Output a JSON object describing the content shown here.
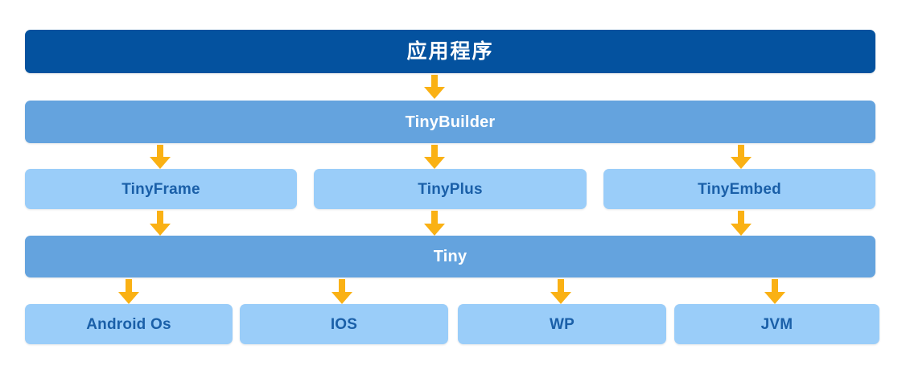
{
  "diagram": {
    "title": "TinyFramework architecture stack",
    "background_color": "#FFFFFF",
    "colors": {
      "application_tier": "#04529F",
      "framework_tier": "#64A3DE",
      "module_tier": "#9ACDF9",
      "arrow": "#FAB114",
      "light_box_text": "#1A5FA8",
      "dark_box_text": "#FFFFFF"
    },
    "tiers": [
      {
        "name": "application",
        "nodes": [
          {
            "label": "应用程序"
          }
        ]
      },
      {
        "name": "builder",
        "nodes": [
          {
            "label": "TinyBuilder"
          }
        ]
      },
      {
        "name": "modules",
        "nodes": [
          {
            "label": "TinyFrame"
          },
          {
            "label": "TinyPlus"
          },
          {
            "label": "TinyEmbed"
          }
        ]
      },
      {
        "name": "core",
        "nodes": [
          {
            "label": "Tiny"
          }
        ]
      },
      {
        "name": "platforms",
        "nodes": [
          {
            "label": "Android Os"
          },
          {
            "label": "IOS"
          },
          {
            "label": "WP"
          },
          {
            "label": "JVM"
          }
        ]
      }
    ]
  }
}
